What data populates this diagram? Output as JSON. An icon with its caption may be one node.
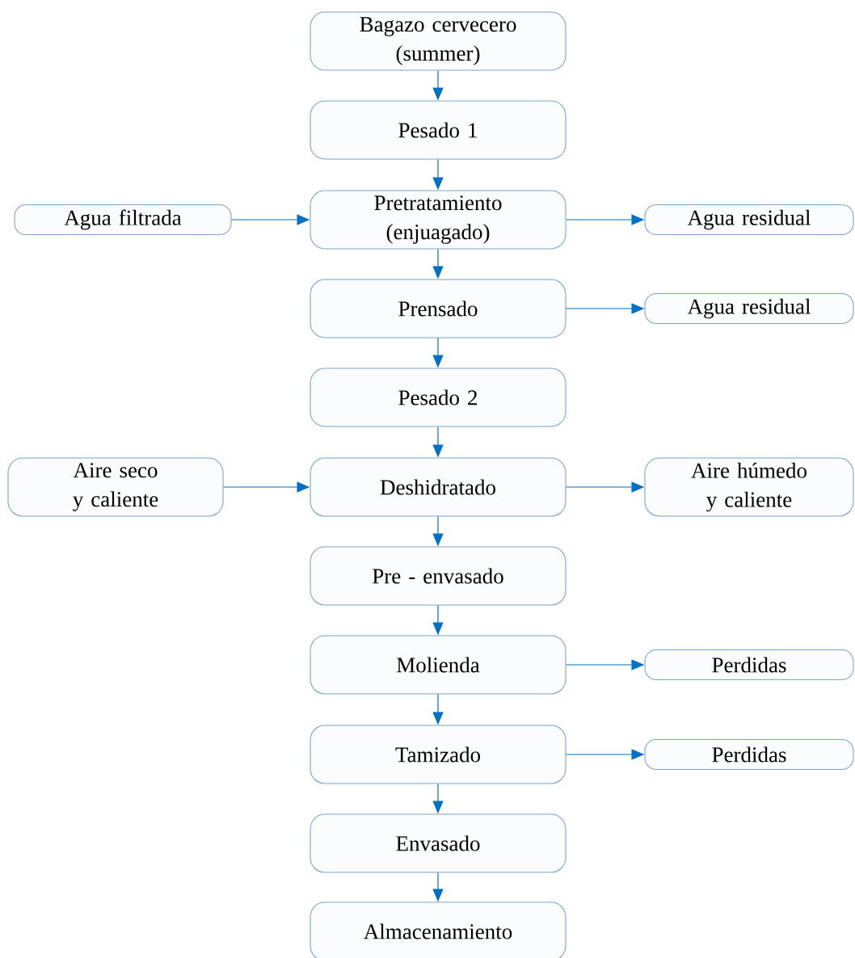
{
  "diagram": {
    "nodes": [
      {
        "text": [
          "Bagazo cervecero (summer)"
        ]
      },
      {
        "text": [
          "Pesado 1"
        ]
      },
      {
        "text": [
          "Agua filtrada"
        ]
      },
      {
        "text": [
          "Pretratamiento (enjuagado)"
        ]
      },
      {
        "text": [
          "Agua residual"
        ]
      },
      {
        "text": [
          "Prensado"
        ]
      },
      {
        "text": [
          "Agua residual"
        ]
      },
      {
        "text": [
          "Pesado 2"
        ]
      },
      {
        "text": [
          "Aire seco y caliente"
        ]
      },
      {
        "text": [
          "Deshidratado"
        ]
      },
      {
        "text": [
          "Aire húmedo y caliente"
        ]
      },
      {
        "text": [
          "Pre - envasado"
        ]
      },
      {
        "text": [
          "Molienda"
        ]
      },
      {
        "text": [
          "Perdidas"
        ]
      },
      {
        "text": [
          "Tamizado"
        ]
      },
      {
        "text": [
          "Perdidas"
        ]
      },
      {
        "text": [
          "Envasado"
        ]
      },
      {
        "text": [
          "Almacenamiento"
        ]
      }
    ],
    "edges": [
      {
        "from": 0,
        "to": 1,
        "arrow": "to"
      },
      {
        "from": 1,
        "to": 3,
        "arrow": "to"
      },
      {
        "from": 2,
        "to": 3,
        "arrow": "to"
      },
      {
        "from": 3,
        "to": 4,
        "arrow": "to"
      },
      {
        "from": 3,
        "to": 5,
        "arrow": "to"
      },
      {
        "from": 5,
        "to": 6,
        "arrow": "to"
      },
      {
        "from": 5,
        "to": 7,
        "arrow": "to"
      },
      {
        "from": 7,
        "to": 9,
        "arrow": "to"
      },
      {
        "from": 8,
        "to": 9,
        "arrow": "to"
      },
      {
        "from": 9,
        "to": 10,
        "arrow": "to"
      },
      {
        "from": 9,
        "to": 11,
        "arrow": "to"
      },
      {
        "from": 11,
        "to": 12,
        "arrow": "to"
      },
      {
        "from": 12,
        "to": 13,
        "arrow": "to"
      },
      {
        "from": 12,
        "to": 14,
        "arrow": "to"
      },
      {
        "from": 14,
        "to": 15,
        "arrow": "to"
      },
      {
        "from": 14,
        "to": 16,
        "arrow": "to"
      },
      {
        "from": 16,
        "to": 17,
        "arrow": "to"
      }
    ]
  }
}
